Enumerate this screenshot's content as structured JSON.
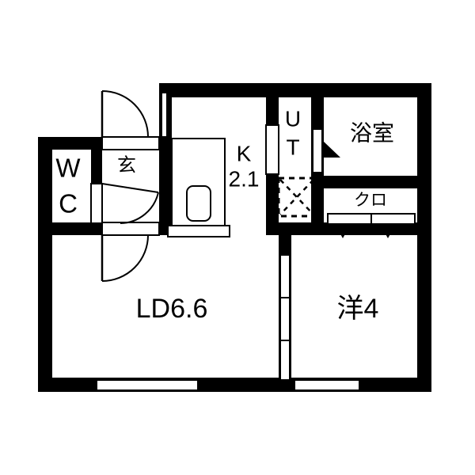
{
  "plan": {
    "type": "japanese-apartment-floor-plan",
    "background_color": "#ffffff",
    "wall_color": "#000000",
    "line_color": "#000000"
  },
  "rooms": [
    {
      "id": "wc",
      "label": "W\nC",
      "label_line1": "W",
      "label_line2": "C",
      "name": "toilet"
    },
    {
      "id": "genkan",
      "label": "玄",
      "name": "entrance"
    },
    {
      "id": "kitchen",
      "label_line1": "K",
      "label_line2": "2.1",
      "name": "kitchen"
    },
    {
      "id": "ut",
      "label_line1": "U",
      "label_line2": "T",
      "name": "utility"
    },
    {
      "id": "bath",
      "label": "浴室",
      "name": "bathroom"
    },
    {
      "id": "closet",
      "label": "クロ",
      "name": "closet"
    },
    {
      "id": "living",
      "label": "LD6.6",
      "name": "living-dining"
    },
    {
      "id": "bedroom",
      "label": "洋4",
      "name": "western-room"
    }
  ],
  "labels": {
    "wc_top": "W",
    "wc_bottom": "C",
    "genkan": "玄",
    "kitchen_top": "K",
    "kitchen_bottom": "2.1",
    "ut_top": "U",
    "ut_bottom": "T",
    "bath": "浴室",
    "closet": "クロ",
    "living": "LD6.6",
    "bedroom": "洋4"
  },
  "fixtures": [
    {
      "id": "kitchen-sink",
      "name": "sink-basin"
    },
    {
      "id": "washer-space",
      "name": "washing-machine-space"
    },
    {
      "id": "entrance-door",
      "name": "entry-door-swing"
    },
    {
      "id": "genkan-ld-door",
      "name": "genkan-to-living-door-swing"
    },
    {
      "id": "wc-door",
      "name": "wc-door-swing"
    },
    {
      "id": "bath-door",
      "name": "bathroom-door"
    },
    {
      "id": "closet-doors",
      "name": "closet-folding-doors"
    },
    {
      "id": "bedroom-sliding-doors",
      "name": "sliding-partition"
    },
    {
      "id": "living-window",
      "name": "living-window"
    },
    {
      "id": "bedroom-window",
      "name": "bedroom-window"
    },
    {
      "id": "kitchen-window",
      "name": "kitchen-window"
    },
    {
      "id": "ut-window",
      "name": "ut-door-opening"
    }
  ]
}
